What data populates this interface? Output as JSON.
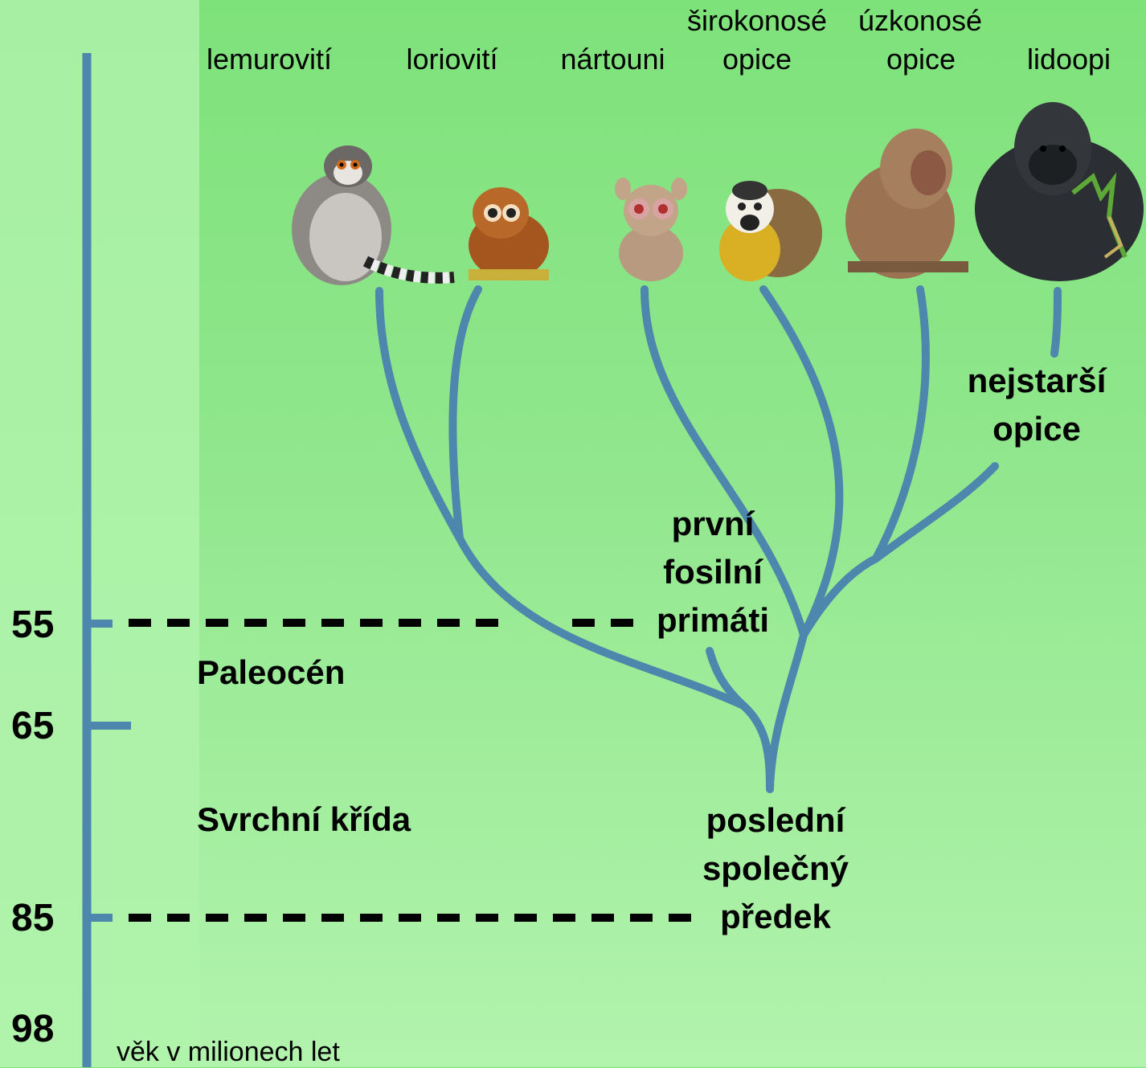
{
  "taxa": {
    "lemur": "lemurovití",
    "loris": "loriovití",
    "tarsier": "nártouni",
    "newworld_1": "širokonosé",
    "newworld_2": "opice",
    "oldworld_1": "úzkonosé",
    "oldworld_2": "opice",
    "apes": "lidoopi"
  },
  "annotations": {
    "oldest_monkeys_1": "nejstarší",
    "oldest_monkeys_2": "opice",
    "first_fossil_1": "první",
    "first_fossil_2": "fosilní",
    "first_fossil_3": "primáti",
    "common_ancestor_1": "poslední",
    "common_ancestor_2": "společný",
    "common_ancestor_3": "předek"
  },
  "periods": {
    "paleocene": "Paleocén",
    "upper_cretaceous": "Svrchní křída"
  },
  "axis": {
    "ticks": [
      "55",
      "65",
      "85",
      "98"
    ],
    "label": "věk v milionech let"
  },
  "colors": {
    "branch": "#4d87ad",
    "background": "#8fe68b",
    "left_band": "#abf1a7"
  },
  "icons": [
    "lemur-icon",
    "loris-icon",
    "tarsier-icon",
    "squirrel-monkey-icon",
    "baboon-icon",
    "gorilla-icon"
  ]
}
